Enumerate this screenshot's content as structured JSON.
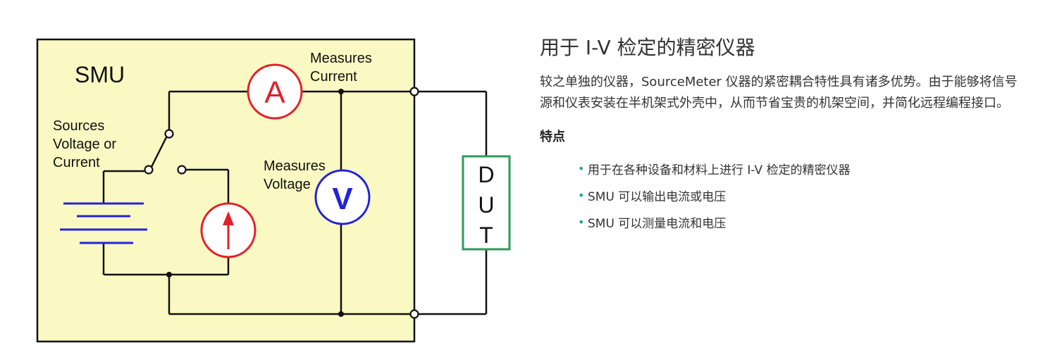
{
  "diagram": {
    "box_label": "SMU",
    "ammeter_symbol": "A",
    "voltmeter_symbol": "V",
    "measures_current": [
      "Measures",
      "Current"
    ],
    "measures_voltage": [
      "Measures",
      "Voltage"
    ],
    "sources_label": [
      "Sources",
      "Voltage or",
      "Current"
    ],
    "dut_letters": [
      "D",
      "U",
      "T"
    ],
    "colors": {
      "box_fill": "#fbf9c3",
      "ammeter": "#e3202a",
      "voltmeter": "#2323d8",
      "battery": "#2323d8",
      "source": "#e3202a",
      "dut_border": "#2e9a5e"
    }
  },
  "content": {
    "title": "用于 I-V 检定的精密仪器",
    "description": "较之单独的仪器，SourceMeter 仪器的紧密耦合特性具有诸多优势。由于能够将信号源和仪表安装在半机架式外壳中，从而节省宝贵的机架空间，并简化远程编程接口。",
    "features_heading": "特点",
    "features": [
      "用于在各种设备和材料上进行 I-V 检定的精密仪器",
      "SMU 可以输出电流或电压",
      "SMU 可以测量电流和电压"
    ],
    "bullet_color": "#23a39a"
  }
}
